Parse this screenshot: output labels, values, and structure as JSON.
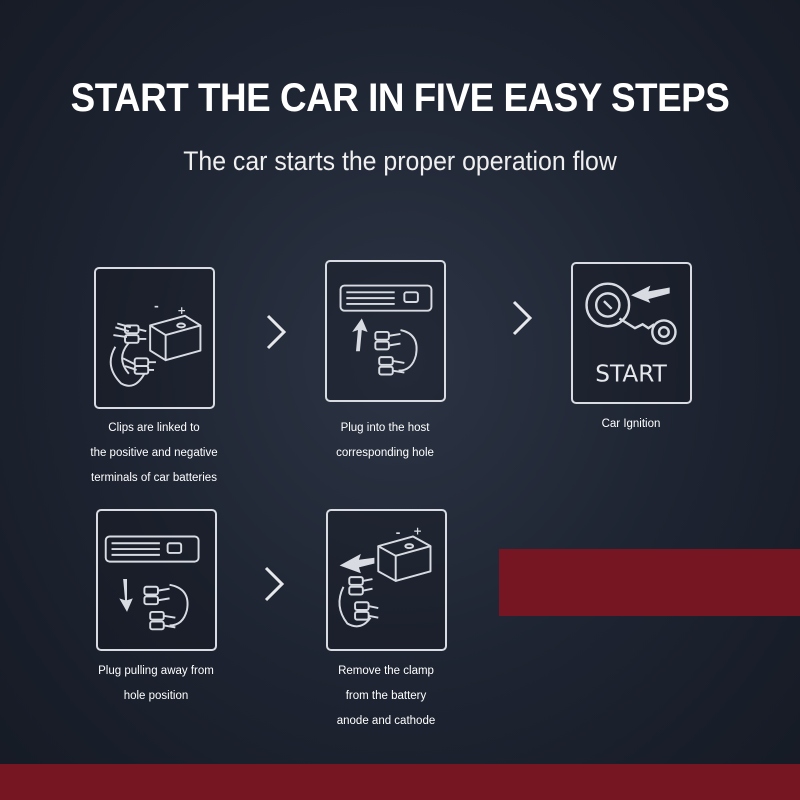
{
  "header": {
    "title": "START THE CAR IN FIVE EASY STEPS",
    "subtitle": "The car starts the proper operation flow"
  },
  "steps": [
    {
      "icon": "clamp-battery-icon",
      "caption_lines": [
        "Clips are linked to",
        "the positive and negative",
        "terminals of car batteries"
      ]
    },
    {
      "icon": "plug-in-host-icon",
      "caption_lines": [
        "Plug into the host",
        "corresponding hole"
      ]
    },
    {
      "icon": "ignition-key-icon",
      "start_label": "START",
      "caption_lines": [
        "Car Ignition"
      ]
    },
    {
      "icon": "unplug-host-icon",
      "caption_lines": [
        "Plug pulling away from",
        "hole position"
      ]
    },
    {
      "icon": "remove-clamp-battery-icon",
      "caption_lines": [
        "Remove the clamp",
        "from the battery",
        "anode and cathode"
      ]
    }
  ],
  "colors": {
    "background": "#1d2330",
    "accent_band": "#761622",
    "line": "#d8dce2"
  }
}
